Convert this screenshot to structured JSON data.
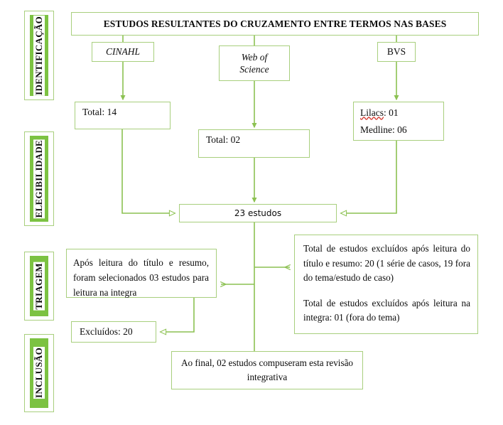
{
  "diagram": {
    "title": "ESTUDOS RESULTANTES DO CRUZAMENTO ENTRE TERMOS NAS BASES",
    "colors": {
      "border": "#a8cf7d",
      "connector": "#8cc152",
      "stage_band": "#7cc242",
      "text": "#0b0b0b",
      "spellcheck_underline": "#d43a30"
    },
    "stages": [
      {
        "label": "IDENTIFICAÇÃO"
      },
      {
        "label": "ELEGIBILIDADE"
      },
      {
        "label": "TRIAGEM"
      },
      {
        "label": "INCLUSÃO"
      }
    ],
    "sources": [
      {
        "name": "CINAHL",
        "total_label": "Total: 14",
        "count": 14
      },
      {
        "name": "Web of\nScience",
        "total_label": "Total: 02",
        "count": 2
      },
      {
        "name": "BVS",
        "sub_counts": [
          {
            "label_prefix": "Lilacs",
            "label_suffix": ": 01",
            "count": 1,
            "misspelled": true
          },
          {
            "label_prefix": "Medline",
            "label_suffix": ": 06",
            "count": 6,
            "misspelled": false
          }
        ]
      }
    ],
    "aggregate": {
      "label": "23 estudos",
      "count": 23
    },
    "triage": {
      "selected_text": "Após leitura do título e resumo, foram selecionados 03 estudos para leitura na integra",
      "excluded_paragraph_1": "Total de estudos excluídos após leitura do título e resumo: 20 (1 série de casos, 19 fora do tema/estudo de caso)",
      "excluded_paragraph_2": "Total de estudos excluídos após leitura na integra: 01 (fora do tema)",
      "excluded_count_label": "Excluídos: 20"
    },
    "inclusion": {
      "final_text": "Ao final, 02 estudos compuseram esta revisão integrativa"
    }
  }
}
